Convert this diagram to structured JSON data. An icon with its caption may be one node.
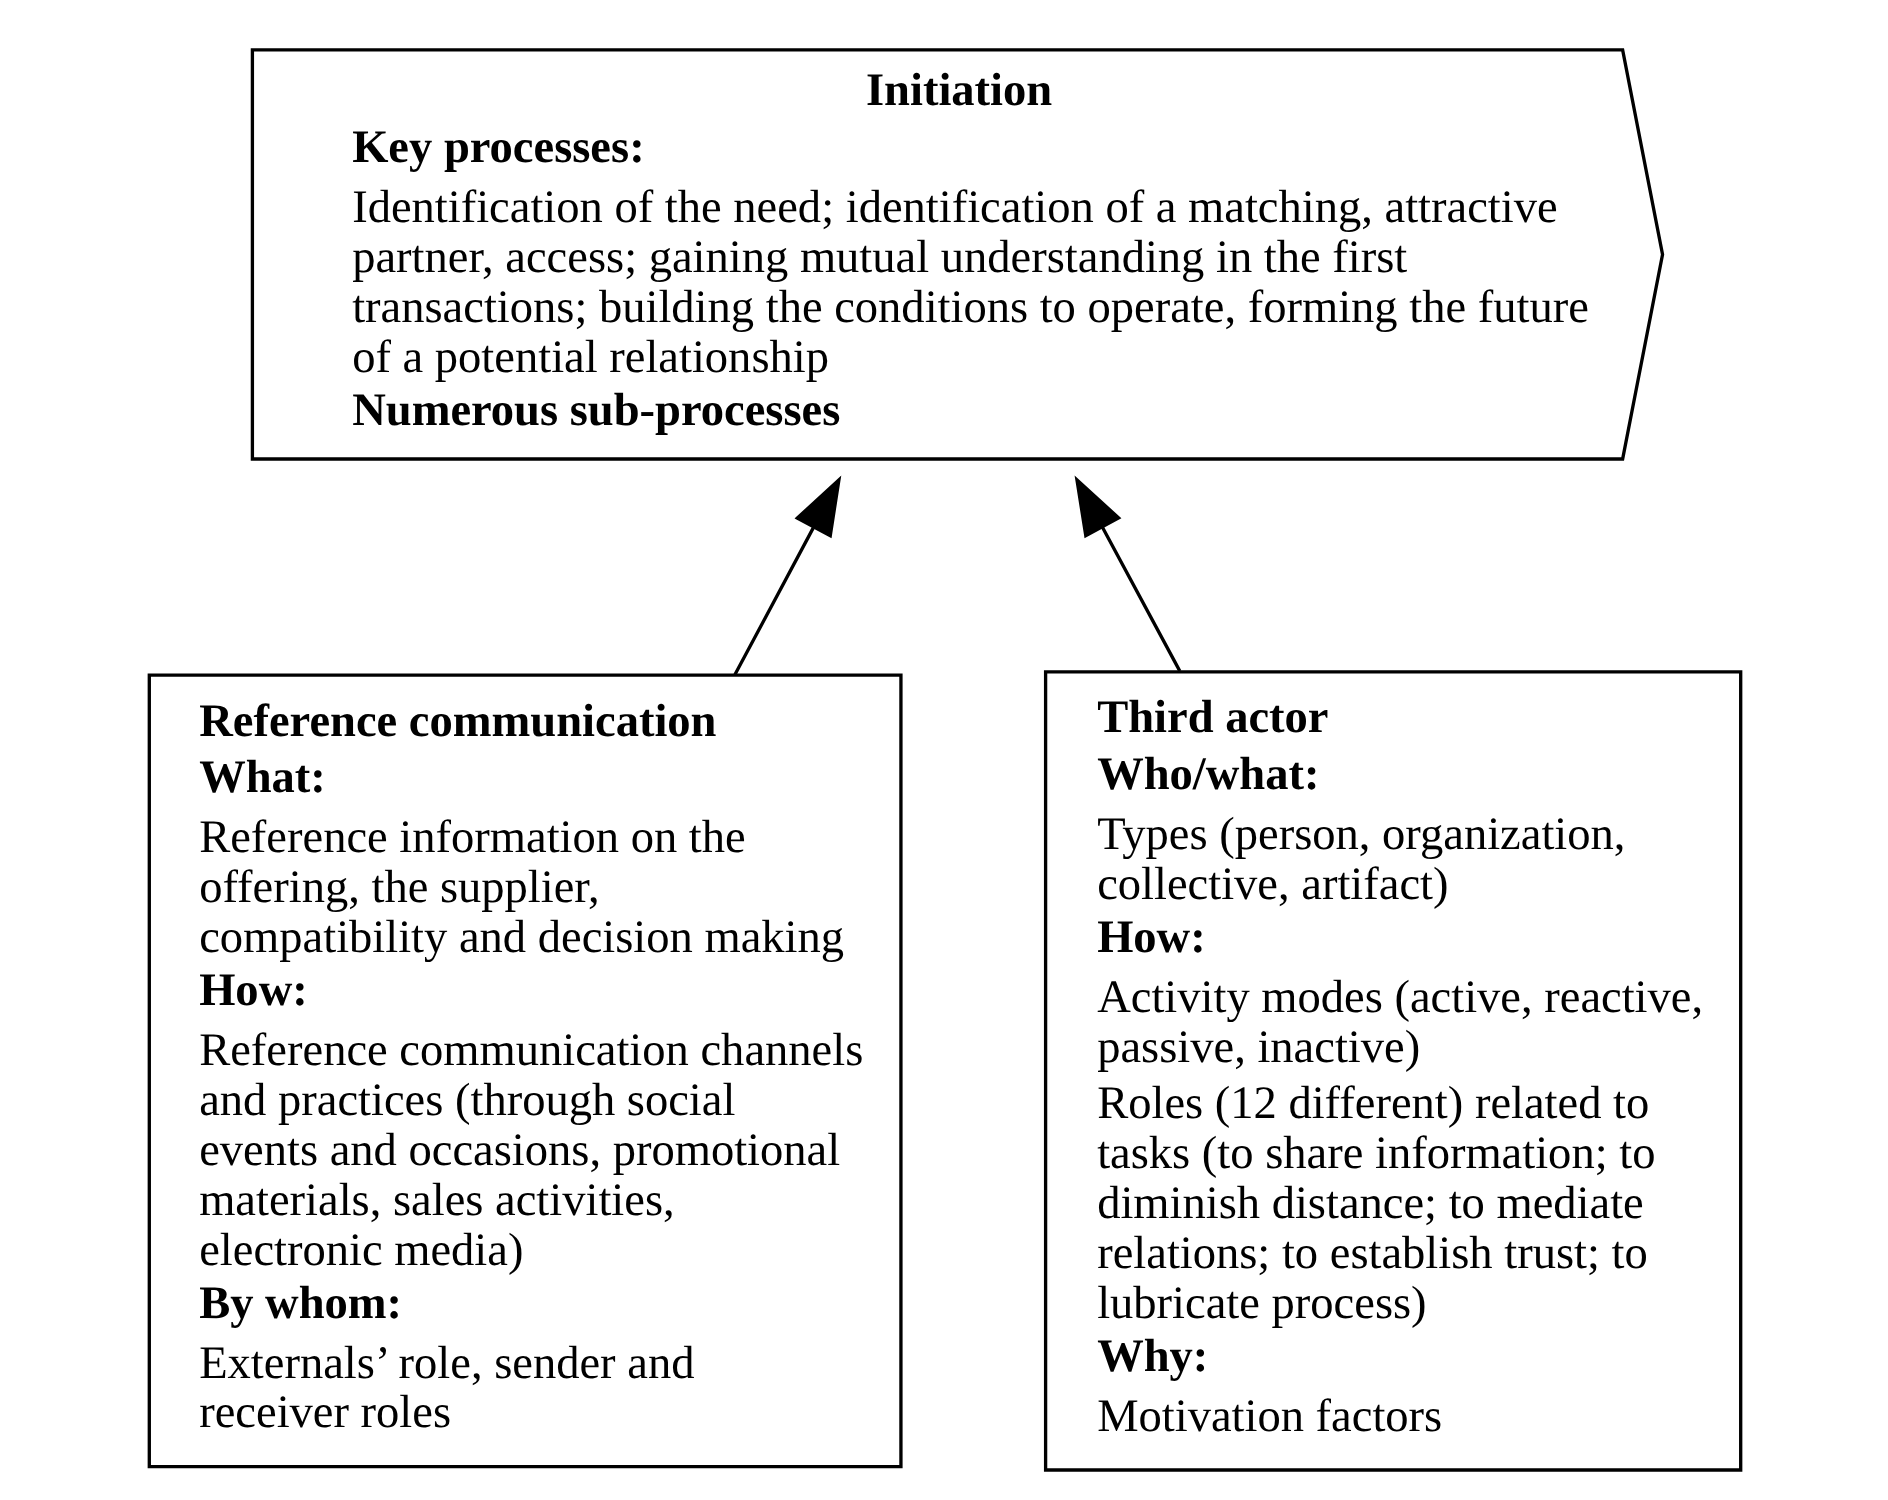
{
  "diagram": {
    "nodes": [
      {
        "text": [
          "Initiation",
          "Key processes:",
          "Identification of the need; identification of a matching, attractive partner, access; gaining mutual understanding in the first transactions; building the conditions to operate, forming the future of a potential relationship",
          "Numerous sub-processes"
        ]
      },
      {
        "text": [
          "Reference communication",
          "What:",
          "Reference information on the offering, the supplier, compatibility and decision making",
          "How:",
          "Reference communication channels and practices (through social events and occasions, promotional materials, sales activities, electronic media)",
          "By whom:",
          "Externals’ role, sender and receiver roles"
        ]
      },
      {
        "text": [
          "Third actor",
          "Who/what:",
          "Types (person, organization, collective, artifact)",
          "How:",
          "Activity modes (active, reactive, passive, inactive)",
          "Roles (12 different) related to tasks (to share information; to diminish distance; to mediate relations; to establish trust; to lubricate process)",
          "Why:",
          "Motivation factors"
        ]
      }
    ],
    "edges": [
      {
        "from": 1,
        "to": 0,
        "arrow": "to"
      },
      {
        "from": 2,
        "to": 0,
        "arrow": "to"
      }
    ]
  }
}
